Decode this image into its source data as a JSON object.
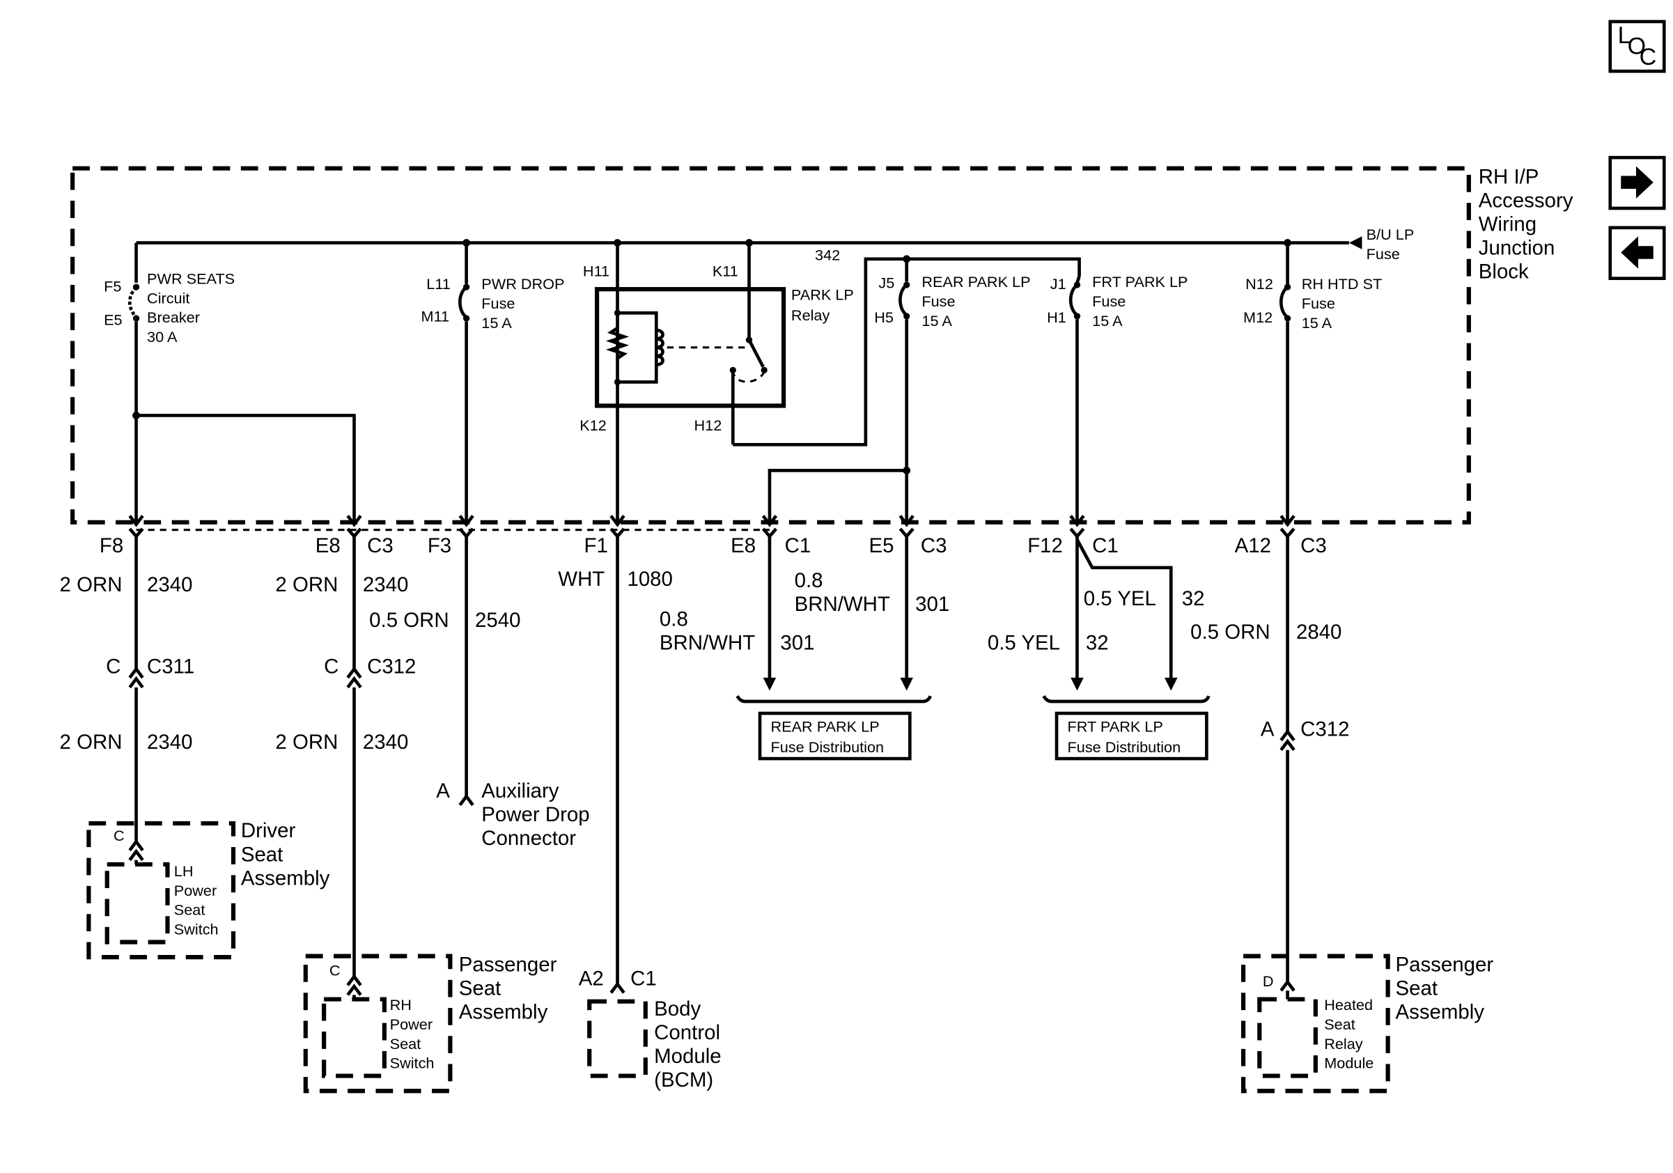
{
  "nav": {
    "loc_label_l": "L",
    "loc_label_o": "O",
    "loc_label_c": "C",
    "next_icon": "arrow-right-icon",
    "prev_icon": "arrow-left-icon"
  },
  "junction_block": {
    "title": [
      "RH I/P",
      "Accessory",
      "Wiring",
      "Junction",
      "Block"
    ],
    "bus_feed": [
      "B/U LP",
      "Fuse"
    ],
    "bus_circuit": "342",
    "pwr_seats": {
      "top_pin": "F5",
      "bottom_pin": "E5",
      "label": [
        "PWR SEATS",
        "Circuit",
        "Breaker",
        "30 A"
      ]
    },
    "pwr_drop": {
      "top_pin": "L11",
      "bottom_pin": "M11",
      "label": [
        "PWR DROP",
        "Fuse",
        "15 A"
      ]
    },
    "relay": {
      "pin_h11": "H11",
      "pin_k11": "K11",
      "pin_k12": "K12",
      "pin_h12": "H12",
      "label": [
        "PARK LP",
        "Relay"
      ]
    },
    "rear_park": {
      "top_pin": "J5",
      "bottom_pin": "H5",
      "label": [
        "REAR PARK LP",
        "Fuse",
        "15 A"
      ]
    },
    "frt_park": {
      "top_pin": "J1",
      "bottom_pin": "H1",
      "label": [
        "FRT PARK LP",
        "Fuse",
        "15 A"
      ]
    },
    "rh_htd": {
      "top_pin": "N12",
      "bottom_pin": "M12",
      "label": [
        "RH HTD ST",
        "Fuse",
        "15 A"
      ]
    }
  },
  "connectors": {
    "f8": "F8",
    "e8_c3": "E8",
    "c3_a": "C3",
    "f3": "F3",
    "f1": "F1",
    "e8_c1": "E8",
    "c1_a": "C1",
    "e5": "E5",
    "c3_b": "C3",
    "f12": "F12",
    "c1_b": "C1",
    "a12": "A12",
    "c3_c": "C3"
  },
  "wires": {
    "w1_color": "2 ORN",
    "w1_num": "2340",
    "w2_color": "2 ORN",
    "w2_num": "2340",
    "w3_color": "0.5 ORN",
    "w3_num": "2540",
    "w4_color": "WHT",
    "w4_num": "1080",
    "w5_size": "0.8",
    "w5_color": "BRN/WHT",
    "w5_num": "301",
    "w6_size": "0.8",
    "w6_color": "BRN/WHT",
    "w6_num": "301",
    "w7_color": "0.5 YEL",
    "w7_num": "32",
    "w8_color": "0.5 YEL",
    "w8_num": "32",
    "w9_color": "0.5 ORN",
    "w9_num": "2840",
    "w1b_color": "2 ORN",
    "w1b_num": "2340",
    "w2b_color": "2 ORN",
    "w2b_num": "2340"
  },
  "inline": {
    "c311_pin": "C",
    "c311": "C311",
    "c312_pin": "C",
    "c312": "C312",
    "c312b_pin": "A",
    "c312b": "C312"
  },
  "components": {
    "driver_seat": {
      "pin": "C",
      "inner": [
        "LH",
        "Power",
        "Seat",
        "Switch"
      ],
      "title": [
        "Driver",
        "Seat",
        "Assembly"
      ]
    },
    "passenger_seat": {
      "pin": "C",
      "inner": [
        "RH",
        "Power",
        "Seat",
        "Switch"
      ],
      "title": [
        "Passenger",
        "Seat",
        "Assembly"
      ]
    },
    "aux_drop": {
      "pin": "A",
      "title": [
        "Auxiliary",
        "Power Drop",
        "Connector"
      ]
    },
    "bcm": {
      "pin": "A2",
      "conn": "C1",
      "title": [
        "Body",
        "Control",
        "Module",
        "(BCM)"
      ]
    },
    "rear_dist": [
      "REAR PARK LP",
      "Fuse Distribution"
    ],
    "frt_dist": [
      "FRT PARK LP",
      "Fuse Distribution"
    ],
    "heated_seat": {
      "pin": "D",
      "inner": [
        "Heated",
        "Seat",
        "Relay",
        "Module"
      ],
      "title": [
        "Passenger",
        "Seat",
        "Assembly"
      ]
    }
  }
}
